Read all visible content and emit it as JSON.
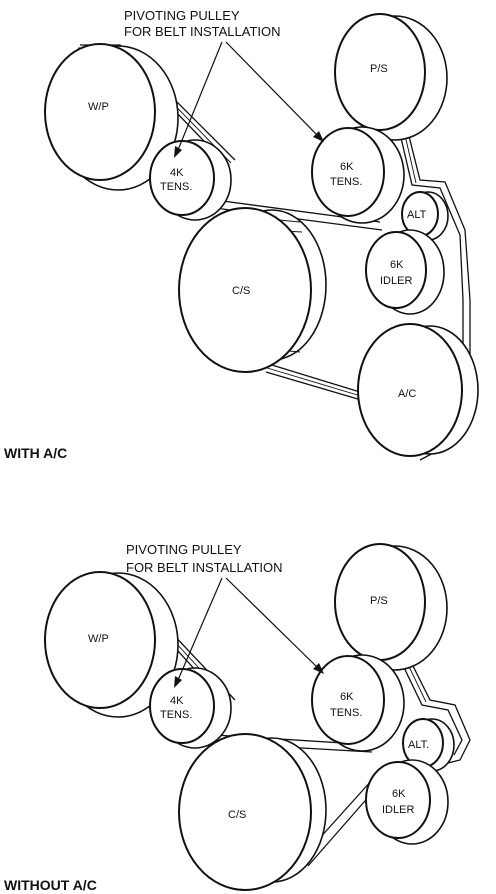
{
  "diagrams": [
    {
      "caption": "WITH A/C",
      "callout": {
        "line1": "PIVOTING PULLEY",
        "line2": "FOR BELT INSTALLATION"
      },
      "pulleys": {
        "wp": "W/P",
        "tens4": [
          "4K",
          "TENS."
        ],
        "ps": "P/S",
        "tens6": [
          "6K",
          "TENS."
        ],
        "alt": "ALT",
        "idler": [
          "6K",
          "IDLER"
        ],
        "cs": "C/S",
        "ac": "A/C"
      }
    },
    {
      "caption": "WITHOUT A/C",
      "callout": {
        "line1": "PIVOTING PULLEY",
        "line2": "FOR BELT INSTALLATION"
      },
      "pulleys": {
        "wp": "W/P",
        "tens4": [
          "4K",
          "TENS."
        ],
        "ps": "P/S",
        "tens6": [
          "6K",
          "TENS."
        ],
        "alt": "ALT.",
        "idler": [
          "6K",
          "IDLER"
        ],
        "cs": "C/S"
      }
    }
  ]
}
